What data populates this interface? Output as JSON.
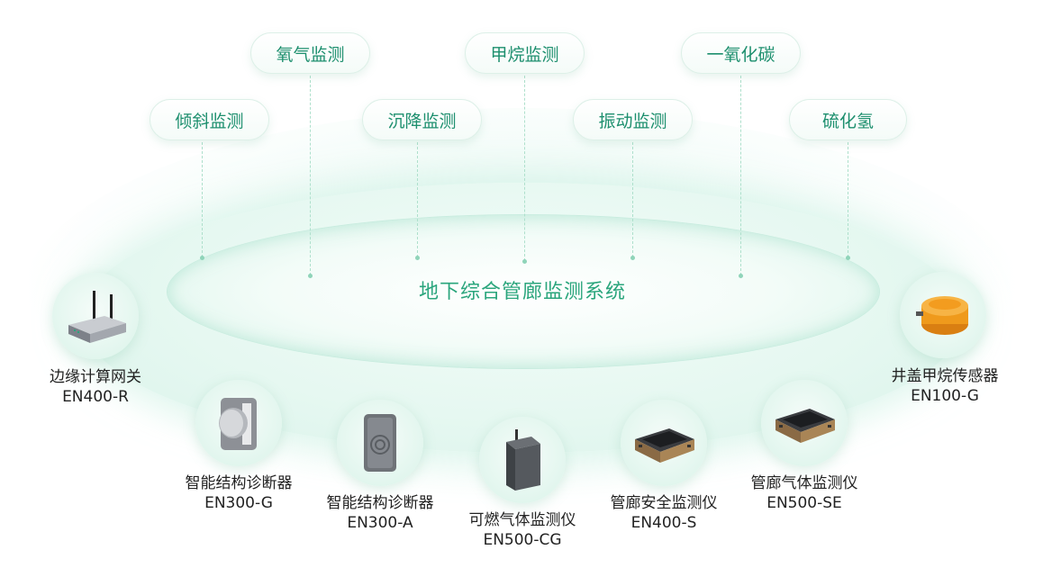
{
  "center": {
    "title": "地下综合管廊监测系统"
  },
  "monitors": [
    {
      "label": "倾斜监测"
    },
    {
      "label": "氧气监测"
    },
    {
      "label": "沉降监测"
    },
    {
      "label": "甲烷监测"
    },
    {
      "label": "振动监测"
    },
    {
      "label": "一氧化碳"
    },
    {
      "label": "硫化氢"
    }
  ],
  "devices": [
    {
      "name": "边缘计算网关",
      "model": "EN400-R",
      "icon": "router-icon"
    },
    {
      "name": "智能结构诊断器",
      "model": "EN300-G",
      "icon": "structure-sensor-icon"
    },
    {
      "name": "智能结构诊断器",
      "model": "EN300-A",
      "icon": "structure-sensor-icon"
    },
    {
      "name": "可燃气体监测仪",
      "model": "EN500-CG",
      "icon": "gas-detector-icon"
    },
    {
      "name": "管廊安全监测仪",
      "model": "EN400-S",
      "icon": "safety-monitor-icon"
    },
    {
      "name": "管廊气体监测仪",
      "model": "EN500-SE",
      "icon": "gas-monitor-icon"
    },
    {
      "name": "井盖甲烷传感器",
      "model": "EN100-G",
      "icon": "methane-sensor-icon"
    }
  ],
  "colors": {
    "accent": "#2aa57c",
    "pill_text": "#1d8f6e",
    "ring": "#d9f3ea"
  }
}
